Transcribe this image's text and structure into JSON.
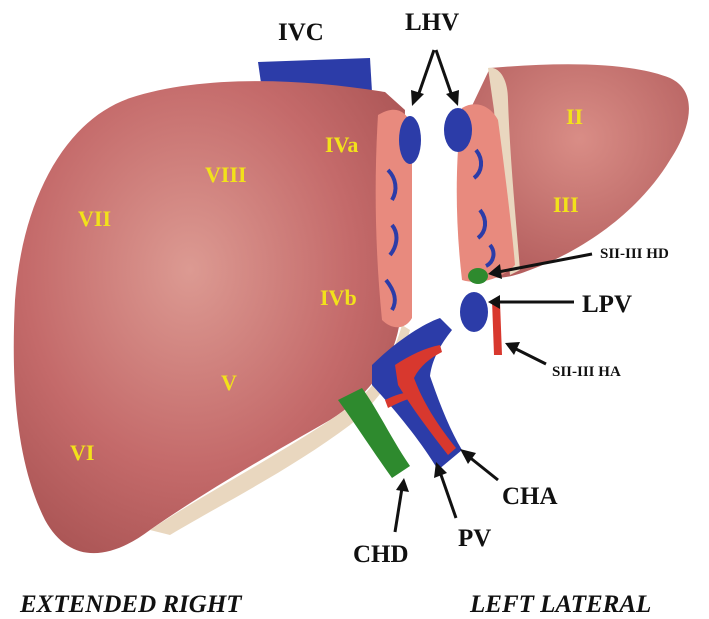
{
  "colors": {
    "liver": "#c46a6a",
    "liver_light": "#d98d86",
    "cut_surface": "#e88a7e",
    "vessel_blue": "#2c3ca8",
    "artery_red": "#d8382e",
    "duct_green": "#2e8a2e",
    "ligament": "#e9d7bf",
    "segment_label": "#f2e21a",
    "text": "#111111"
  },
  "segments": {
    "ii": "II",
    "iii": "III",
    "iva": "IVa",
    "ivb": "IVb",
    "v": "V",
    "vi": "VI",
    "vii": "VII",
    "viii": "VIII"
  },
  "labels": {
    "ivc": "IVC",
    "lhv": "LHV",
    "sii_iii_hd": "SII-III HD",
    "lpv": "LPV",
    "sii_iii_ha": "SII-III HA",
    "cha": "CHA",
    "pv": "PV",
    "chd": "CHD"
  },
  "captions": {
    "extended_right": "EXTENDED RIGHT",
    "left_lateral": "LEFT LATERAL"
  }
}
